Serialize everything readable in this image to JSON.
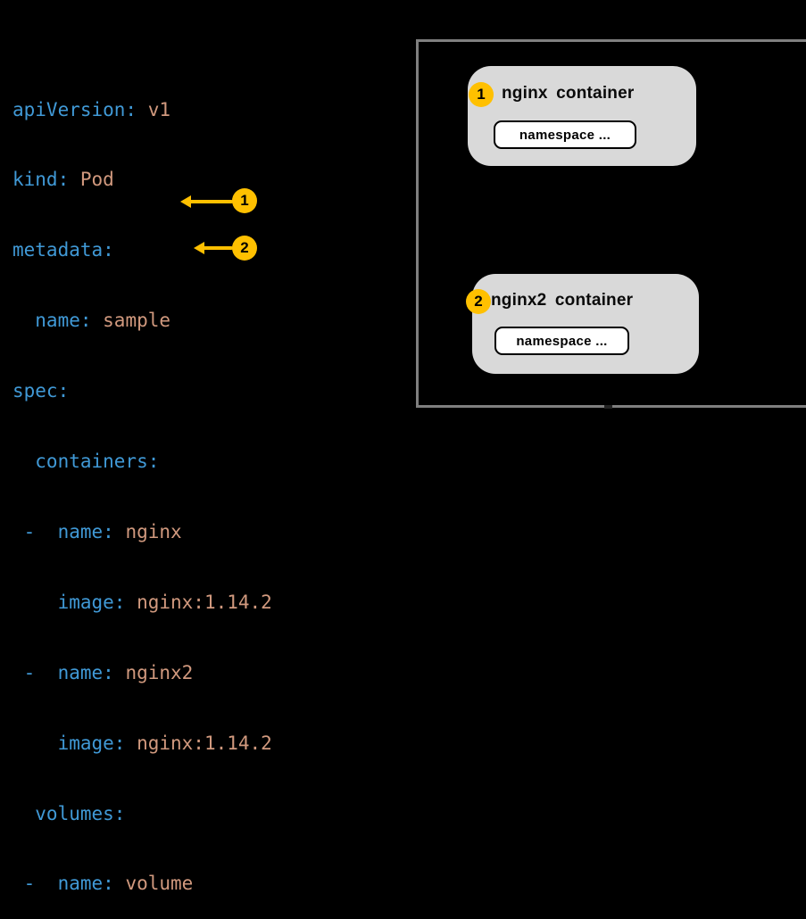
{
  "yaml": {
    "lines": [
      {
        "segments": [
          {
            "text": "apiVersion:"
          },
          {
            "text": " v1"
          }
        ]
      },
      {
        "segments": [
          {
            "text": "kind:"
          },
          {
            "text": " Pod"
          }
        ]
      },
      {
        "segments": [
          {
            "text": "metadata:"
          }
        ]
      },
      {
        "segments": [
          {
            "text": "  name:"
          },
          {
            "text": " sample"
          }
        ]
      },
      {
        "segments": [
          {
            "text": "spec:"
          }
        ]
      },
      {
        "segments": [
          {
            "text": "  containers:"
          }
        ]
      },
      {
        "segments": [
          {
            "text": " -  name:"
          },
          {
            "text": " nginx"
          }
        ]
      },
      {
        "segments": [
          {
            "text": "    image:"
          },
          {
            "text": " nginx:1.14.2"
          }
        ]
      },
      {
        "segments": [
          {
            "text": " -  name:"
          },
          {
            "text": " nginx2"
          }
        ]
      },
      {
        "segments": [
          {
            "text": "    image:"
          },
          {
            "text": " nginx:1.14.2"
          }
        ]
      },
      {
        "segments": [
          {
            "text": "  volumes:"
          }
        ]
      },
      {
        "segments": [
          {
            "text": " -  name:"
          },
          {
            "text": " volume"
          }
        ]
      }
    ]
  },
  "callouts": [
    {
      "label": "1"
    },
    {
      "label": "2"
    }
  ],
  "diagram": {
    "containers": [
      {
        "marker": "1",
        "title": "nginx container",
        "button": "namespace ..."
      },
      {
        "marker": "2",
        "title": "nginx2 container",
        "button": "namespace ..."
      }
    ]
  },
  "colors": {
    "background": "#000000",
    "yaml_key": "#4099d6",
    "yaml_value": "#d1997e",
    "callout_gold": "#ffc000",
    "frame_border": "#7f7f7f",
    "container_fill": "#d9d9d9",
    "button_fill": "#ffffff",
    "button_border": "#000000"
  }
}
